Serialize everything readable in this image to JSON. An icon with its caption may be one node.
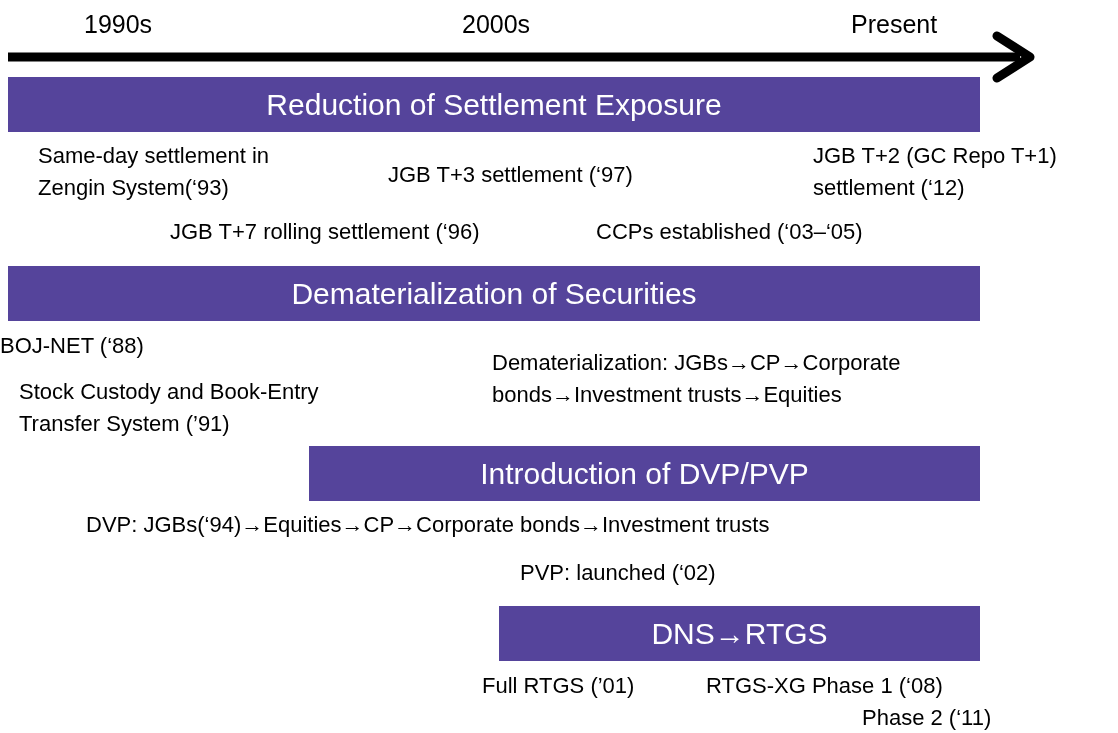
{
  "diagram": {
    "nodes": [
      {
        "text": [
          "Reduction of Settlement Exposure"
        ]
      },
      {
        "text": [
          "Dematerialization of Securities"
        ]
      },
      {
        "text": [
          "Introduction of DVP/PVP"
        ]
      },
      {
        "text": [
          "DNS→RTGS"
        ]
      }
    ],
    "edges": [],
    "labels": [
      "1990s",
      "2000s",
      "Present",
      "Same-day settlement in Zengin System(‘93)",
      "JGB T+3 settlement (‘97)",
      "JGB T+2 (GC Repo T+1) settlement (‘12)",
      "JGB T+7 rolling settlement (‘96)",
      "CCPs established (‘03–‘05)",
      "BOJ-NET (‘88)",
      "Stock Custody and Book-Entry Transfer System (’91)",
      "Dematerialization: JGBs→CP→Corporate bonds→Investment trusts→Equities",
      "DVP: JGBs(‘94)→Equities→CP→Corporate bonds→Investment trusts",
      "PVP: launched (‘02)",
      "Full RTGS (’01)",
      "RTGS-XG Phase 1 (‘08)",
      "Phase 2 (‘11)"
    ]
  }
}
